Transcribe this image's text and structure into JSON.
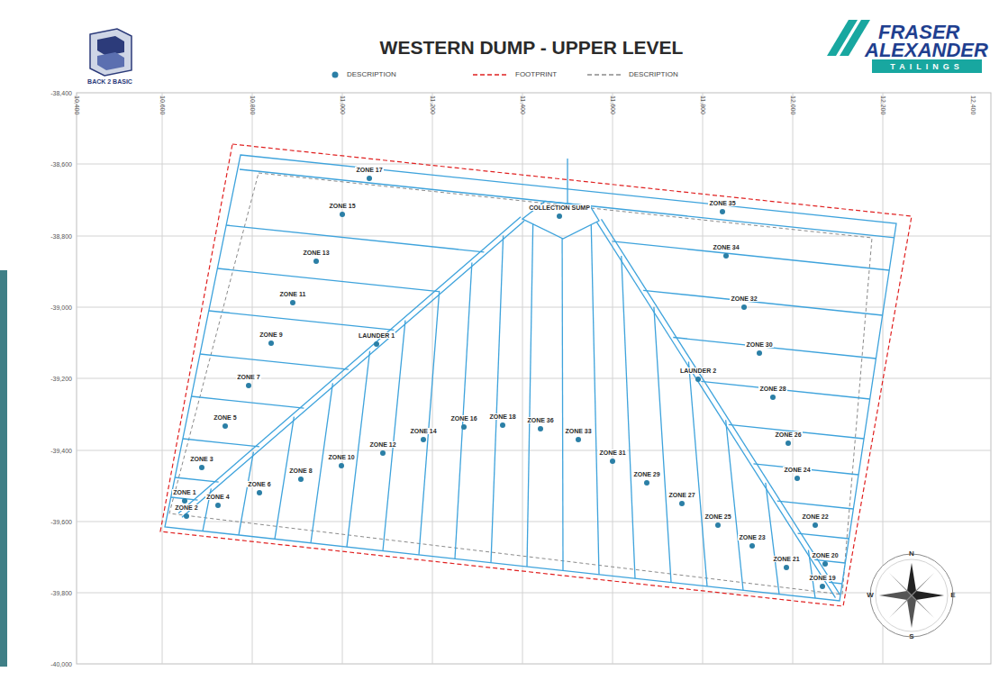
{
  "diagram": {
    "title": "WESTERN DUMP - UPPER LEVEL",
    "labels": [
      "BACK 2 BASIC",
      "FRASER",
      "ALEXANDER",
      "TAILINGS",
      "-38,400",
      "-38,600",
      "-38,800",
      "-39,000",
      "-39,200",
      "-39,400",
      "-39,600",
      "-39,800",
      "-40,000",
      "10,400",
      "10,600",
      "10,800",
      "11,000",
      "11,200",
      "11,400",
      "11,600",
      "11,800",
      "12,000",
      "12,200",
      "12,400",
      "ZONE 17",
      "ZONE 15",
      "ZONE 13",
      "ZONE 11",
      "ZONE 9",
      "ZONE 7",
      "ZONE 5",
      "ZONE 3",
      "ZONE 1",
      "ZONE 2",
      "ZONE 4",
      "ZONE 6",
      "ZONE 8",
      "ZONE 10",
      "ZONE 12",
      "ZONE 14",
      "ZONE 16",
      "ZONE 18",
      "ZONE 36",
      "ZONE 33",
      "ZONE 31",
      "ZONE 29",
      "ZONE 27",
      "ZONE 25",
      "ZONE 23",
      "ZONE 21",
      "ZONE 19",
      "ZONE 20",
      "ZONE 22",
      "ZONE 24",
      "ZONE 26",
      "ZONE 28",
      "ZONE 30",
      "ZONE 32",
      "ZONE 34",
      "ZONE 35",
      "LAUNDER 1",
      "LAUNDER 2",
      "COLLECTION SUMP",
      "N",
      "E",
      "S",
      "W"
    ],
    "legend": [
      {
        "text": "DESCRIPTION"
      },
      {
        "text": "FOOTPRINT"
      },
      {
        "text": "DESCRIPTION"
      }
    ]
  }
}
